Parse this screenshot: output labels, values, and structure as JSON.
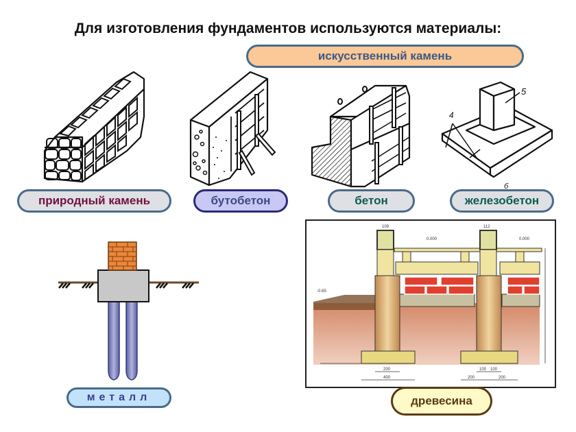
{
  "title": "Для изготовления фундаментов используются материалы:",
  "categories": {
    "artificial_stone": "искусственный камень"
  },
  "materials": [
    {
      "id": "natural-stone",
      "label": "природный камень",
      "text_color": "#6e1240",
      "fill": "#dfe0e4"
    },
    {
      "id": "rubble-concrete",
      "label": "бутобетон",
      "text_color": "#3c4a82",
      "fill": "#c8c8f4"
    },
    {
      "id": "concrete",
      "label": "бетон",
      "text_color": "#0e5a52",
      "fill": "#dfe0e4"
    },
    {
      "id": "reinforced-concrete",
      "label": "железобетон",
      "text_color": "#0e5a52",
      "fill": "#dfe0e4"
    },
    {
      "id": "metal",
      "label": "металл",
      "text_color": "#3a3e8e",
      "fill": "#c2e2fa"
    },
    {
      "id": "wood",
      "label": "древесина",
      "text_color": "#5a3a14",
      "fill": "#fffac8"
    }
  ],
  "illustrations": {
    "reinforced_concrete_labels": {
      "column": "5",
      "slab": "4",
      "bottom": "б"
    },
    "wood_diagram_labels": {
      "wall_width_left": "109",
      "wall_width_right": "112",
      "level_top_left": "0.000",
      "level_top_right": "0.000",
      "level_ground": "-0.65",
      "post_width": "200",
      "footing_width": "400",
      "half_left": "100",
      "half_right": "100",
      "footing_left": "200",
      "footing_right": "200"
    }
  },
  "colors": {
    "artificial_fill": "#fbc898",
    "border_blue": "#4a6a8a",
    "brick": "#e8883a",
    "cap_gray": "#c8c8c8",
    "pile_blue": "#8890c0"
  }
}
